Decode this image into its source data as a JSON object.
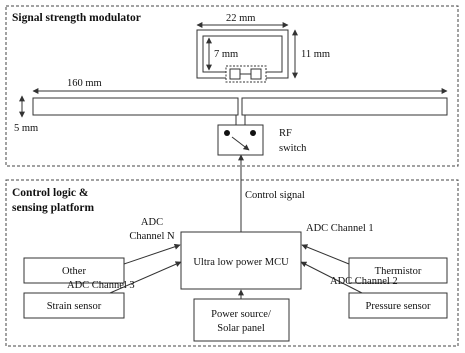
{
  "sections": {
    "modulator_title": "Signal strength modulator",
    "control_title_line1": "Control logic &",
    "control_title_line2": "sensing platform"
  },
  "dimensions": {
    "loop_width": "22 mm",
    "loop_inner_height": "7 mm",
    "loop_height": "11 mm",
    "antenna_length": "160 mm",
    "antenna_width": "5 mm"
  },
  "rf_switch": {
    "line1": "RF",
    "line2": "switch"
  },
  "control_signal": "Control signal",
  "mcu": "Ultra low power MCU",
  "blocks": {
    "other": "Other",
    "thermistor": "Thermistor",
    "strain": "Strain sensor",
    "pressure": "Pressure sensor",
    "power_line1": "Power source/",
    "power_line2": "Solar panel"
  },
  "channels": {
    "n_line1": "ADC",
    "n_line2": "Channel N",
    "ch1": "ADC Channel 1",
    "ch2": "ADC Channel 2",
    "ch3": "ADC Channel 3"
  }
}
